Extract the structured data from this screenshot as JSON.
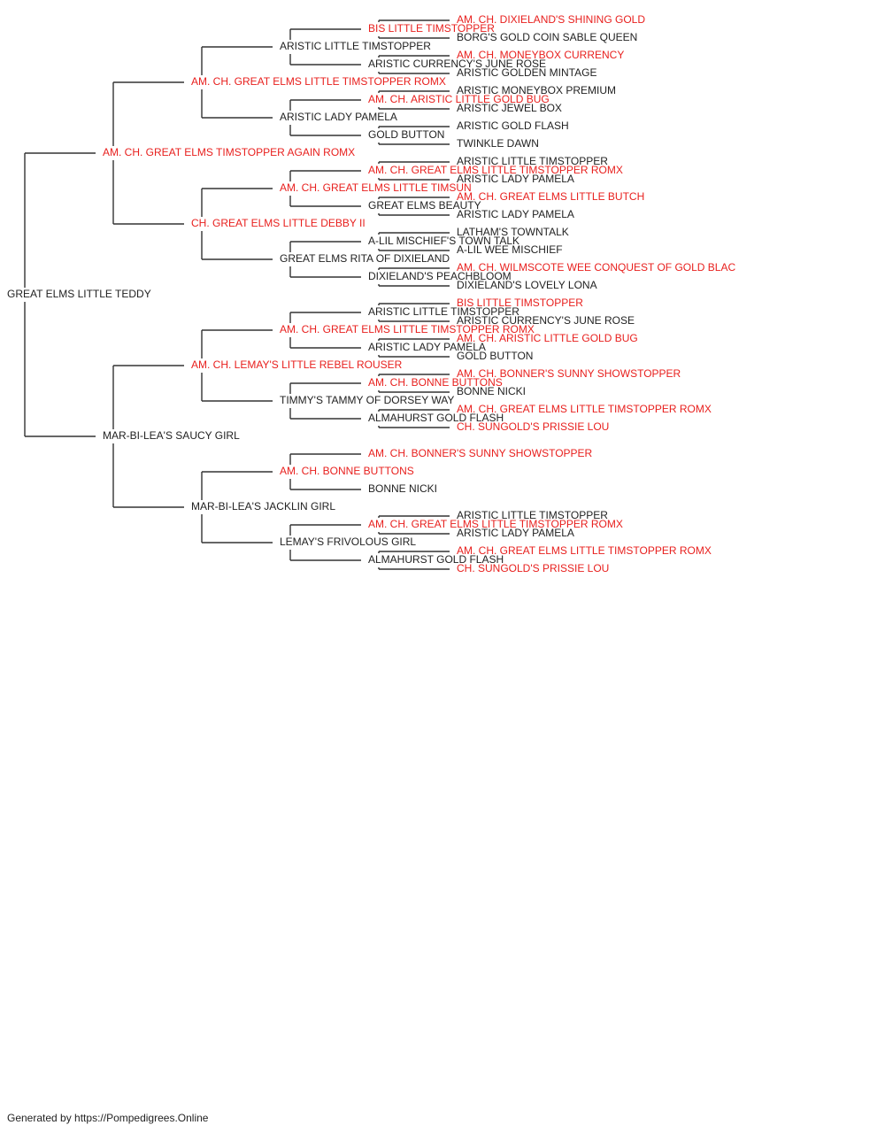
{
  "colors": {
    "champion": "#e8201e",
    "normal": "#222222",
    "line": "#333333"
  },
  "pedigree": {
    "name": "GREAT ELMS LITTLE TEDDY",
    "champion": false,
    "sire": {
      "name": "AM. CH. GREAT ELMS TIMSTOPPER AGAIN ROMX",
      "champion": true,
      "sire": {
        "name": "AM. CH. GREAT ELMS LITTLE TIMSTOPPER ROMX",
        "champion": true,
        "sire": {
          "name": "ARISTIC LITTLE TIMSTOPPER",
          "champion": false,
          "sire": {
            "name": "BIS LITTLE TIMSTOPPER",
            "champion": true,
            "sire": {
              "name": "AM. CH. DIXIELAND'S SHINING GOLD",
              "champion": true
            },
            "dam": {
              "name": "BORG'S GOLD COIN SABLE QUEEN",
              "champion": false
            }
          },
          "dam": {
            "name": "ARISTIC CURRENCY'S JUNE ROSE",
            "champion": false,
            "sire": {
              "name": "AM. CH. MONEYBOX CURRENCY",
              "champion": true
            },
            "dam": {
              "name": "ARISTIC GOLDEN MINTAGE",
              "champion": false
            }
          }
        },
        "dam": {
          "name": "ARISTIC LADY PAMELA",
          "champion": false,
          "sire": {
            "name": "AM. CH. ARISTIC LITTLE GOLD BUG",
            "champion": true,
            "sire": {
              "name": "ARISTIC MONEYBOX PREMIUM",
              "champion": false
            },
            "dam": {
              "name": "ARISTIC JEWEL BOX",
              "champion": false
            }
          },
          "dam": {
            "name": "GOLD BUTTON",
            "champion": false,
            "sire": {
              "name": "ARISTIC GOLD FLASH",
              "champion": false
            },
            "dam": {
              "name": "TWINKLE DAWN",
              "champion": false
            }
          }
        }
      },
      "dam": {
        "name": "CH. GREAT ELMS LITTLE DEBBY II",
        "champion": true,
        "sire": {
          "name": "AM. CH. GREAT ELMS LITTLE TIMSUN",
          "champion": true,
          "sire": {
            "name": "AM. CH. GREAT ELMS LITTLE TIMSTOPPER ROMX",
            "champion": true,
            "sire": {
              "name": "ARISTIC LITTLE TIMSTOPPER",
              "champion": false
            },
            "dam": {
              "name": "ARISTIC LADY PAMELA",
              "champion": false
            }
          },
          "dam": {
            "name": "GREAT ELMS BEAUTY",
            "champion": false,
            "sire": {
              "name": "AM. CH. GREAT ELMS LITTLE BUTCH",
              "champion": true
            },
            "dam": {
              "name": "ARISTIC LADY PAMELA",
              "champion": false
            }
          }
        },
        "dam": {
          "name": "GREAT ELMS RITA OF DIXIELAND",
          "champion": false,
          "sire": {
            "name": "A-LIL MISCHIEF'S TOWN TALK",
            "champion": false,
            "sire": {
              "name": "LATHAM'S TOWNTALK",
              "champion": false
            },
            "dam": {
              "name": "A-LIL WEE MISCHIEF",
              "champion": false
            }
          },
          "dam": {
            "name": "DIXIELAND'S PEACHBLOOM",
            "champion": false,
            "sire": {
              "name": "AM. CH. WILMSCOTE WEE CONQUEST OF GOLD BLAC",
              "champion": true
            },
            "dam": {
              "name": "DIXIELAND'S LOVELY LONA",
              "champion": false
            }
          }
        }
      }
    },
    "dam": {
      "name": "MAR-BI-LEA'S SAUCY GIRL",
      "champion": false,
      "sire": {
        "name": "AM. CH. LEMAY'S LITTLE REBEL ROUSER",
        "champion": true,
        "sire": {
          "name": "AM. CH. GREAT ELMS LITTLE TIMSTOPPER ROMX",
          "champion": true,
          "sire": {
            "name": "ARISTIC LITTLE TIMSTOPPER",
            "champion": false,
            "sire": {
              "name": "BIS LITTLE TIMSTOPPER",
              "champion": true
            },
            "dam": {
              "name": "ARISTIC CURRENCY'S JUNE ROSE",
              "champion": false
            }
          },
          "dam": {
            "name": "ARISTIC LADY PAMELA",
            "champion": false,
            "sire": {
              "name": "AM. CH. ARISTIC LITTLE GOLD BUG",
              "champion": true
            },
            "dam": {
              "name": "GOLD BUTTON",
              "champion": false
            }
          }
        },
        "dam": {
          "name": "TIMMY'S TAMMY OF DORSEY WAY",
          "champion": false,
          "sire": {
            "name": "AM. CH. BONNE BUTTONS",
            "champion": true,
            "sire": {
              "name": "AM. CH. BONNER'S SUNNY SHOWSTOPPER",
              "champion": true
            },
            "dam": {
              "name": "BONNE NICKI",
              "champion": false
            }
          },
          "dam": {
            "name": "ALMAHURST GOLD FLASH",
            "champion": false,
            "sire": {
              "name": "AM. CH. GREAT ELMS LITTLE TIMSTOPPER ROMX",
              "champion": true
            },
            "dam": {
              "name": "CH. SUNGOLD'S PRISSIE LOU",
              "champion": true
            }
          }
        }
      },
      "dam": {
        "name": "MAR-BI-LEA'S JACKLIN GIRL",
        "champion": false,
        "sire": {
          "name": "AM. CH. BONNE BUTTONS",
          "champion": true,
          "sire": {
            "name": "AM. CH. BONNER'S SUNNY SHOWSTOPPER",
            "champion": true
          },
          "dam": {
            "name": "BONNE NICKI",
            "champion": false
          }
        },
        "dam": {
          "name": "LEMAY'S FRIVOLOUS GIRL",
          "champion": false,
          "sire": {
            "name": "AM. CH. GREAT ELMS LITTLE TIMSTOPPER ROMX",
            "champion": true,
            "sire": {
              "name": "ARISTIC LITTLE TIMSTOPPER",
              "champion": false
            },
            "dam": {
              "name": "ARISTIC LADY PAMELA",
              "champion": false
            }
          },
          "dam": {
            "name": "ALMAHURST GOLD FLASH",
            "champion": false,
            "sire": {
              "name": "AM. CH. GREAT ELMS LITTLE TIMSTOPPER ROMX",
              "champion": true
            },
            "dam": {
              "name": "CH. SUNGOLD'S PRISSIE LOU",
              "champion": true
            }
          }
        }
      }
    }
  },
  "footer": "Generated by https://Pompedigrees.Online"
}
